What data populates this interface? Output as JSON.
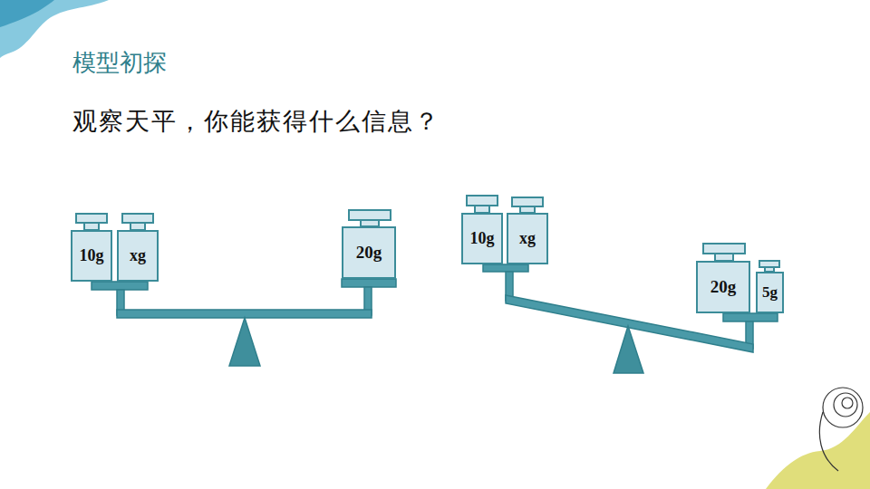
{
  "diagram": {
    "title": "模型初探",
    "nodes": [
      {
        "text": [
          "10g"
        ]
      },
      {
        "text": [
          "xg"
        ]
      },
      {
        "text": [
          "20g"
        ]
      },
      {
        "text": [
          "10g"
        ]
      },
      {
        "text": [
          "xg"
        ]
      },
      {
        "text": [
          "20g"
        ]
      },
      {
        "text": [
          "5g"
        ]
      }
    ],
    "labels": [
      "观察天平，你能获得什么信息？"
    ]
  }
}
